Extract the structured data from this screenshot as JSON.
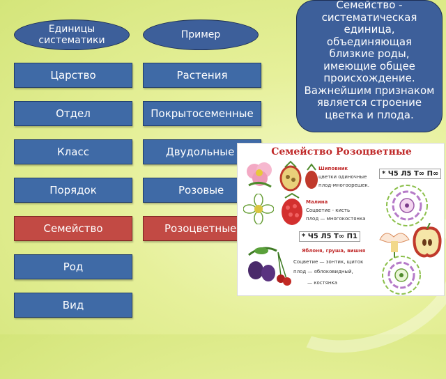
{
  "header": {
    "units_label": "Единицы систематики",
    "example_label": "Пример"
  },
  "ranks": [
    {
      "rank": "Царство",
      "example": "Растения"
    },
    {
      "rank": "Отдел",
      "example": "Покрытосеменные"
    },
    {
      "rank": "Класс",
      "example": "Двудольные"
    },
    {
      "rank": "Порядок",
      "example": "Розовые"
    },
    {
      "rank": "Семейство",
      "example": "Розоцветные"
    },
    {
      "rank": "Род",
      "example": ""
    },
    {
      "rank": "Вид",
      "example": ""
    }
  ],
  "definition": "Семейство - систематическая единица, объединяющая близкие роды, имеющие общее происхождение. Важнейшим признаком является строение цветка и плода.",
  "card": {
    "title": "Семейство Розоцветные",
    "shipovnik": "Шиповник",
    "shipovnik_desc1": "цветки одиночные",
    "shipovnik_desc2": "плод-многоорешек.",
    "malina": "Малина",
    "malina_desc1": "Соцветие - кисть",
    "malina_desc2": "плод — многокостянка",
    "formula1": "* Ч5 Л5 Т∞ П∞",
    "formula2": "* Ч5 Л5 Т∞ П1",
    "apple": "Яблоня, груша, вишня",
    "apple_desc1": "Соцветие — зонтик, щиток",
    "apple_desc2": "плод — яблоковидный,",
    "apple_desc3": "— костянка"
  },
  "colors": {
    "box_blue": "#3f6aa6",
    "box_red": "#c24a44",
    "background": "#e6f09a"
  }
}
